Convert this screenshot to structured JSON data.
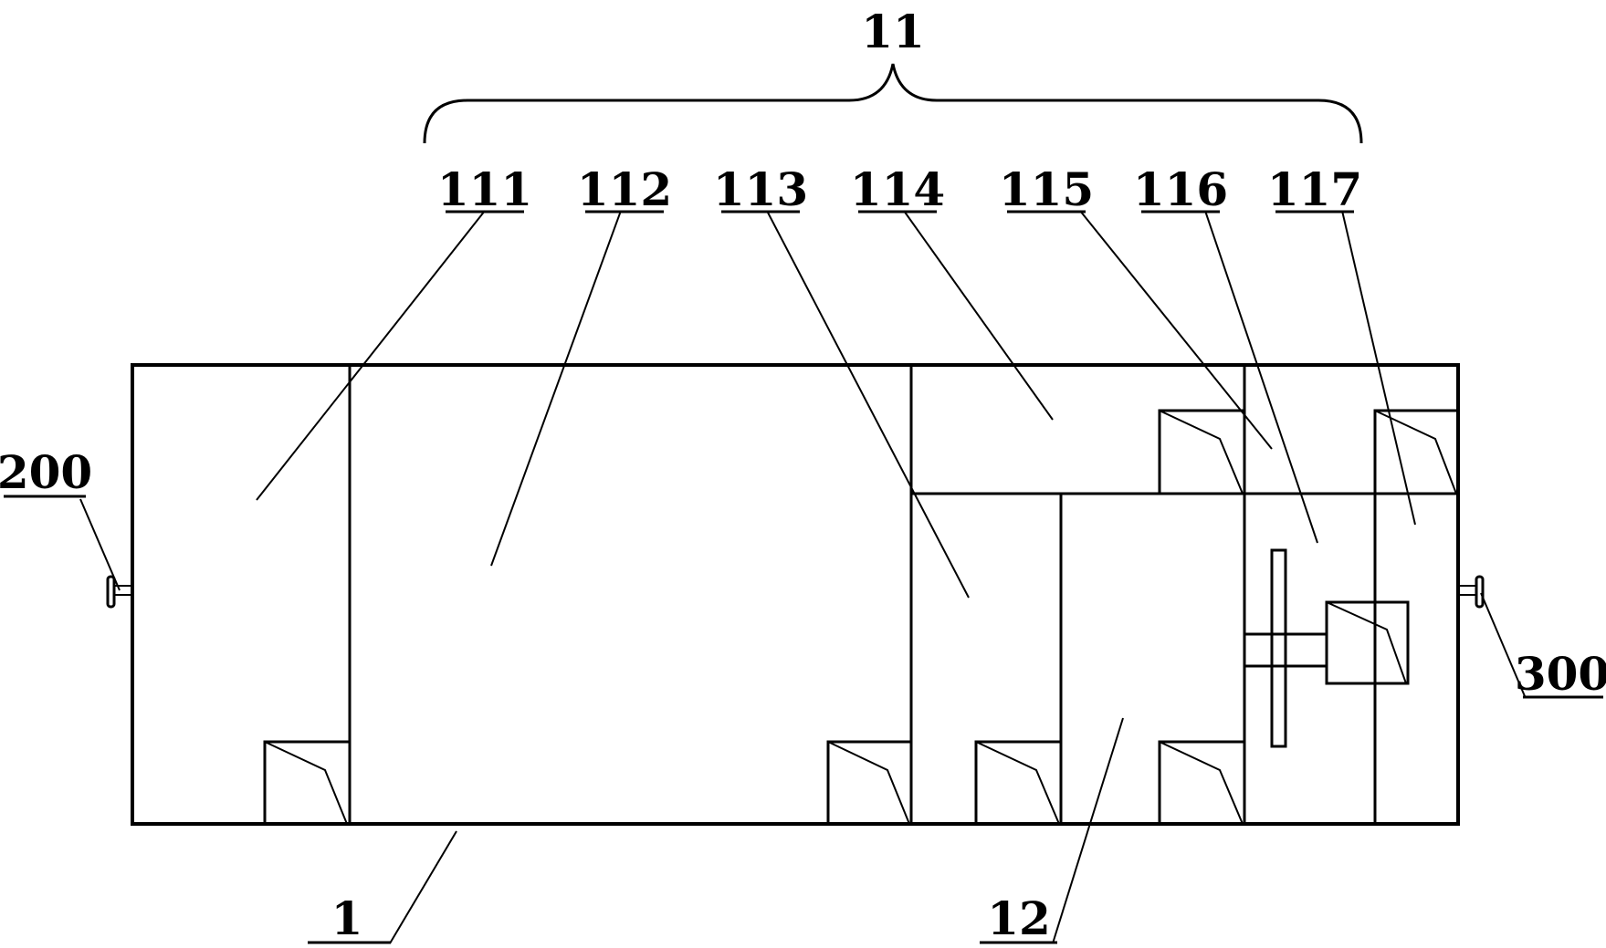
{
  "diagram": {
    "group_label": "11",
    "labels": {
      "l111": "111",
      "l112": "112",
      "l113": "113",
      "l114": "114",
      "l115": "115",
      "l116": "116",
      "l117": "117",
      "l200": "200",
      "l300": "300",
      "l1": "1",
      "l12": "12"
    }
  }
}
